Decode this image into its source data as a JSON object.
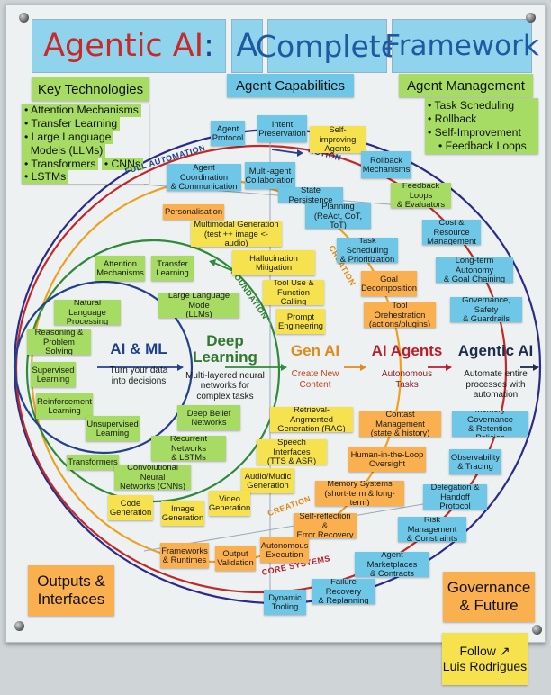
{
  "title": {
    "part1": "Agentic AI",
    "colon": ":",
    "part2": "A",
    "part3": "Complete",
    "part4": "Framework"
  },
  "sections": {
    "key_technologies": {
      "heading": "Key Technologies",
      "items": [
        "• Attention Mechanisms",
        "• Transfer Learning",
        "• Large Language",
        "  Models (LLMs)",
        "• Transformers",
        "• CNNs",
        "• LSTMs"
      ]
    },
    "agent_capabilities": {
      "heading": "Agent Capabilities"
    },
    "agent_management": {
      "heading": "Agent Management",
      "items": [
        "• Task Scheduling",
        "• Rollback",
        "• Self-Improvement",
        "• Feedback Loops"
      ]
    },
    "outputs": {
      "heading": "Outputs &\nInterfaces"
    },
    "governance": {
      "heading": "Governance\n& Future"
    },
    "follow": {
      "line1": "Follow",
      "arrow": "↗",
      "line2": "Luis Rodrigues"
    }
  },
  "layers": [
    {
      "title": "AI & ML",
      "desc": "Turn your data\ninto decisions",
      "color": "#1f3f8a"
    },
    {
      "title": "Deep\nLearning",
      "desc": "Multi-layered neural\nnetworks for\ncomplex tasks",
      "color": "#2f7a2f"
    },
    {
      "title": "Gen AI",
      "desc": "Create New\nContent",
      "color": "#e08a1c"
    },
    {
      "title": "AI Agents",
      "desc": "Autonomous\nTasks",
      "color": "#b81e2c"
    },
    {
      "title": "Agentic AI",
      "desc": "Automate entire\nprocesses with\nautomation",
      "color": "#1e2d4a"
    }
  ],
  "arc_labels": {
    "full_automation": "FULL AUTOMATION",
    "action": "ACTION",
    "foundation": "FOUNDATION",
    "creation_top": "CREATION",
    "creation_bottom": "CREATION",
    "core_systems": "CORE SYSTEMS"
  },
  "notes": {
    "agent_protocol": "Agent\nProtocol",
    "intent_preservation": "Intent\nPreservation",
    "self_improving_agents": "Self-improving\nAgents",
    "rollback_mechanisms": "Rollback\nMechanisms",
    "agent_coordination": "Agent Coordination\n& Communication",
    "multi_agent_collaboration": "Multi-agent\nCollaboration",
    "state_persistence": "State Persistence",
    "feedback_loops_evaluators": "Feedback Loops\n& Evaluators",
    "planning": "Planning\n(ReAct, CoT, ToT)",
    "personalisation": "Personalisation",
    "multimodal_generation": "Multimodal Generation\n(test ++ image <- audio)",
    "cost_resource_management": "Cost & Resource\nManagement",
    "attention_mechanisms": "Attention\nMechanisms",
    "transfer_learning": "Transfer\nLearning",
    "hallucination_mitigation": "Hallucination\nMitigation",
    "task_scheduling_prioritization": "Task Scheduling\n& Prioritization",
    "long_term_autonomy": "Long-term Autonomy\n& Goal Chaining",
    "tool_use": "Tool Use &\nFunction Calling",
    "goal_decomposition": "Goal\nDecomposition",
    "llms": "Large Language Mode\n(LLMs)",
    "governance_safety": "Governance, Safety\n& Guardrails",
    "natural_language_processing": "Natural Language\nProcessing",
    "prompt_engineering": "Prompt\nEngineering",
    "tool_orchestration": "Tool Orehestration\n(actions/plugins)",
    "reasoning_problem_solving": "Reasoning &\nProblem Solving",
    "supervised_learning": "Supervised\nLearning",
    "reinforcement_learning": "Reinforcement\nLearning",
    "unsupervised_learning": "Unsupervised\nLearning",
    "deep_belief_networks": "Deep Belief\nNetworks",
    "rag": "Retrieval-Angmented\nGeneration (RAG)",
    "context_management": "Contast Management\n(state & history)",
    "memory_governance": "Memory Governance\n& Retention Policies",
    "recurrent_networks": "Recurrent Networks\n& LSTMs",
    "speech_interfaces": "Speech Interfaces\n(TTS & ASR)",
    "human_in_the_loop": "Human-in-the-Loop\nOversight",
    "observability_tracing": "Observability\n& Tracing",
    "transformers": "Transformers",
    "cnns": "Convolutional Neural\nNetworks (CNNs)",
    "audio_music_generation": "Audio/Mudic\nGeneration",
    "memory_systems": "Memory Systems\n(short-term & long-term)",
    "delegation_handoff": "Delegation &\nHandoff Protocol",
    "code_generation": "Code\nGeneration",
    "image_generation": "Image\nGeneration",
    "video_generation": "Video\nGeneration",
    "self_reflection": "Self-reflection &\nError Recovery",
    "risk_management": "Risk Management\n& Constraints",
    "frameworks_runtimes": "Frameworks\n& Runtimes",
    "output_validation": "Output\nValidation",
    "autonomous_execution": "Autonomous\nExecution",
    "agent_marketplaces": "Agent Marketplaces\n& Contracts",
    "dynamic_tooling": "Dynamic\nTooling",
    "failure_recovery": "Failure Recovery\n& Replanning"
  },
  "colors": {
    "agentic_ring": "#2b2b8c",
    "agents_ring": "#c22a2a",
    "genai_ring": "#f0a020",
    "dl_ring": "#2f8a3a",
    "aiml_ring": "#23408e",
    "title_blue": "#1f5aa0",
    "title_red": "#c62a2a"
  }
}
